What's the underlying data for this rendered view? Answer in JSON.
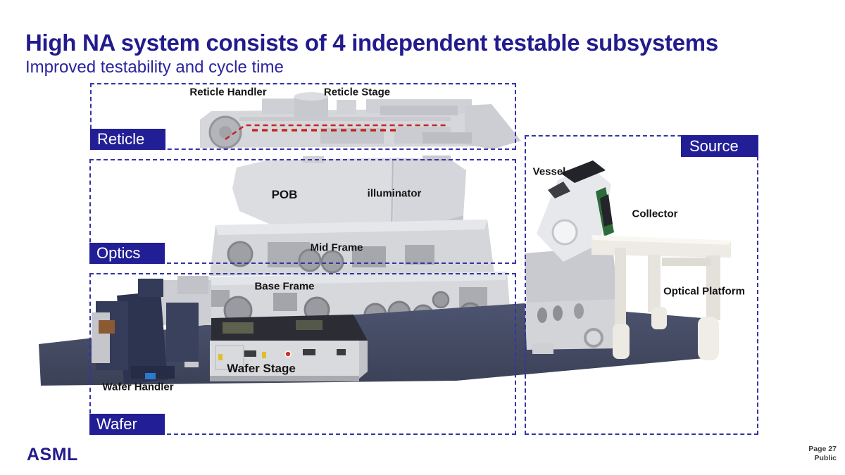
{
  "slide": {
    "title": "High NA system consists of 4 independent testable subsystems",
    "subtitle": "Improved testability and cycle time"
  },
  "subsystems": {
    "reticle": {
      "label": "Reticle"
    },
    "optics": {
      "label": "Optics"
    },
    "wafer": {
      "label": "Wafer"
    },
    "source": {
      "label": "Source"
    }
  },
  "parts": [
    {
      "label": "Reticle Handler"
    },
    {
      "label": "Reticle Stage"
    },
    {
      "label": "POB"
    },
    {
      "label": "illuminator"
    },
    {
      "label": "Mid Frame"
    },
    {
      "label": "Base Frame"
    },
    {
      "label": "Wafer Stage"
    },
    {
      "label": "Wafer Handler"
    },
    {
      "label": "Vessel"
    },
    {
      "label": "Collector"
    },
    {
      "label": "Optical Platform"
    }
  ],
  "footer": {
    "logo": "ASML",
    "page": "Page 27",
    "classification": "Public"
  },
  "colors": {
    "brand_navy": "#221b8d",
    "tag_background": "#221f96",
    "tag_text": "#ffffff",
    "box_border": "#3434a4",
    "part_label_text": "#141414",
    "machine_gray": "#d7d8dc",
    "floor_navy": "#454c66",
    "red_track": "#c42620"
  }
}
